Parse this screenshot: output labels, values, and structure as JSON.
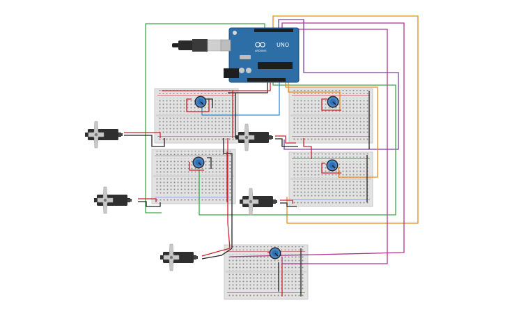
{
  "arduino": {
    "model_label": "UNO",
    "brand_label": "ARDUINO"
  },
  "colors": {
    "background": "#ffffff",
    "arduino_board": "#2d6ea6",
    "breadboard": "#e4e4e4",
    "potentiometer": "#3d7bbf",
    "servo_body": "#333333",
    "servo_horn": "#c7c7c7",
    "wire_red": "#d0202a",
    "wire_black": "#222222",
    "wire_green": "#3aa84a",
    "wire_orange": "#e88a1d",
    "wire_purple": "#7a3fa0",
    "wire_magenta": "#b0348c",
    "wire_blue": "#2f8fd1"
  },
  "components": {
    "breadboards": 5,
    "potentiometers": 5,
    "servos": 5,
    "arduino_boards": 1
  }
}
